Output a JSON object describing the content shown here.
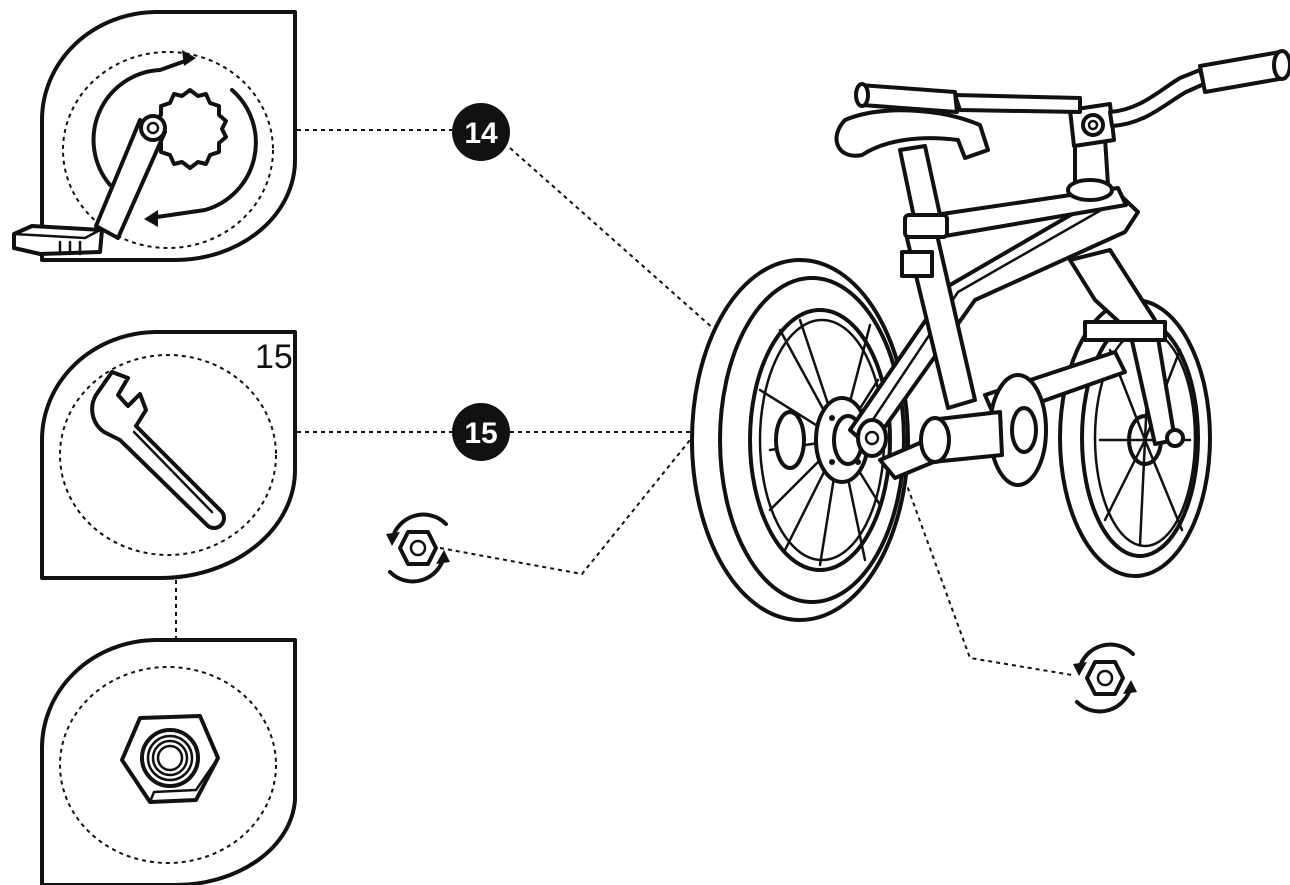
{
  "steps": {
    "step14_label": "14",
    "step15_label": "15"
  },
  "panels": {
    "wrench_panel_qty": "15"
  },
  "icons": {
    "pedal_crank": "pedal-crank-icon",
    "wrench": "wrench-icon",
    "hex_nut": "hex-nut-icon",
    "tighten_nut_left": "tighten-nut-icon",
    "tighten_nut_right": "tighten-nut-icon",
    "bike": "balance-bike-illustration"
  },
  "colors": {
    "ink": "#111111",
    "background": "#ffffff"
  }
}
